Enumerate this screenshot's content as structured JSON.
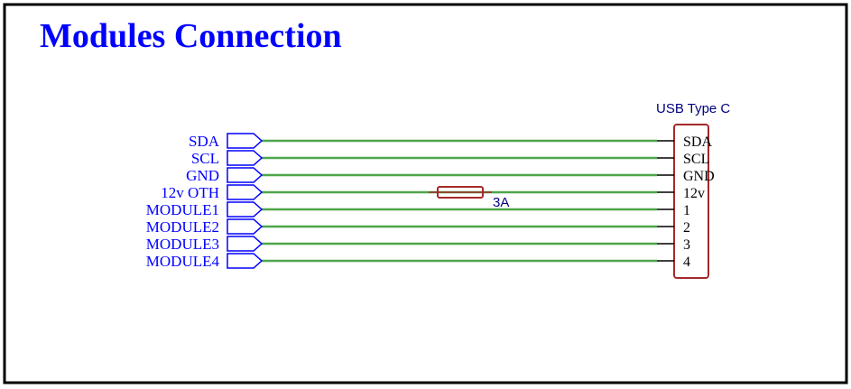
{
  "title": "Modules Connection",
  "colors": {
    "frame": "#000000",
    "title": "#0000ff",
    "net_label": "#0000ff",
    "wire": "#4ea64a",
    "component": "#a52a2a",
    "component_text": "#000080",
    "pin_text": "#000000"
  },
  "nets": [
    {
      "label": "SDA",
      "pin": "SDA"
    },
    {
      "label": "SCL",
      "pin": "SCL"
    },
    {
      "label": "GND",
      "pin": "GND"
    },
    {
      "label": "12v OTH",
      "pin": "12v"
    },
    {
      "label": "MODULE1",
      "pin": "1"
    },
    {
      "label": "MODULE2",
      "pin": "2"
    },
    {
      "label": "MODULE3",
      "pin": "3"
    },
    {
      "label": "MODULE4",
      "pin": "4"
    }
  ],
  "connector": {
    "name": "USB Type C"
  },
  "fuse": {
    "value": "3A",
    "on_net": "12v OTH",
    "icon": "fuse-icon"
  }
}
